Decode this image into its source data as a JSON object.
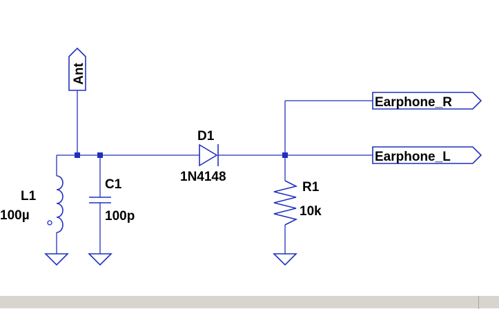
{
  "colors": {
    "wire": "#1f2fbf",
    "label": "#000000",
    "background": "#ffffff",
    "statusbar": "#d8d5cf"
  },
  "net_labels": {
    "antenna": "Ant",
    "earphone_r": "Earphone_R",
    "earphone_l": "Earphone_L"
  },
  "components": {
    "inductor": {
      "ref": "L1",
      "value": "100µ"
    },
    "capacitor": {
      "ref": "C1",
      "value": "100p"
    },
    "diode": {
      "ref": "D1",
      "value": "1N4148"
    },
    "resistor": {
      "ref": "R1",
      "value": "10k"
    }
  }
}
